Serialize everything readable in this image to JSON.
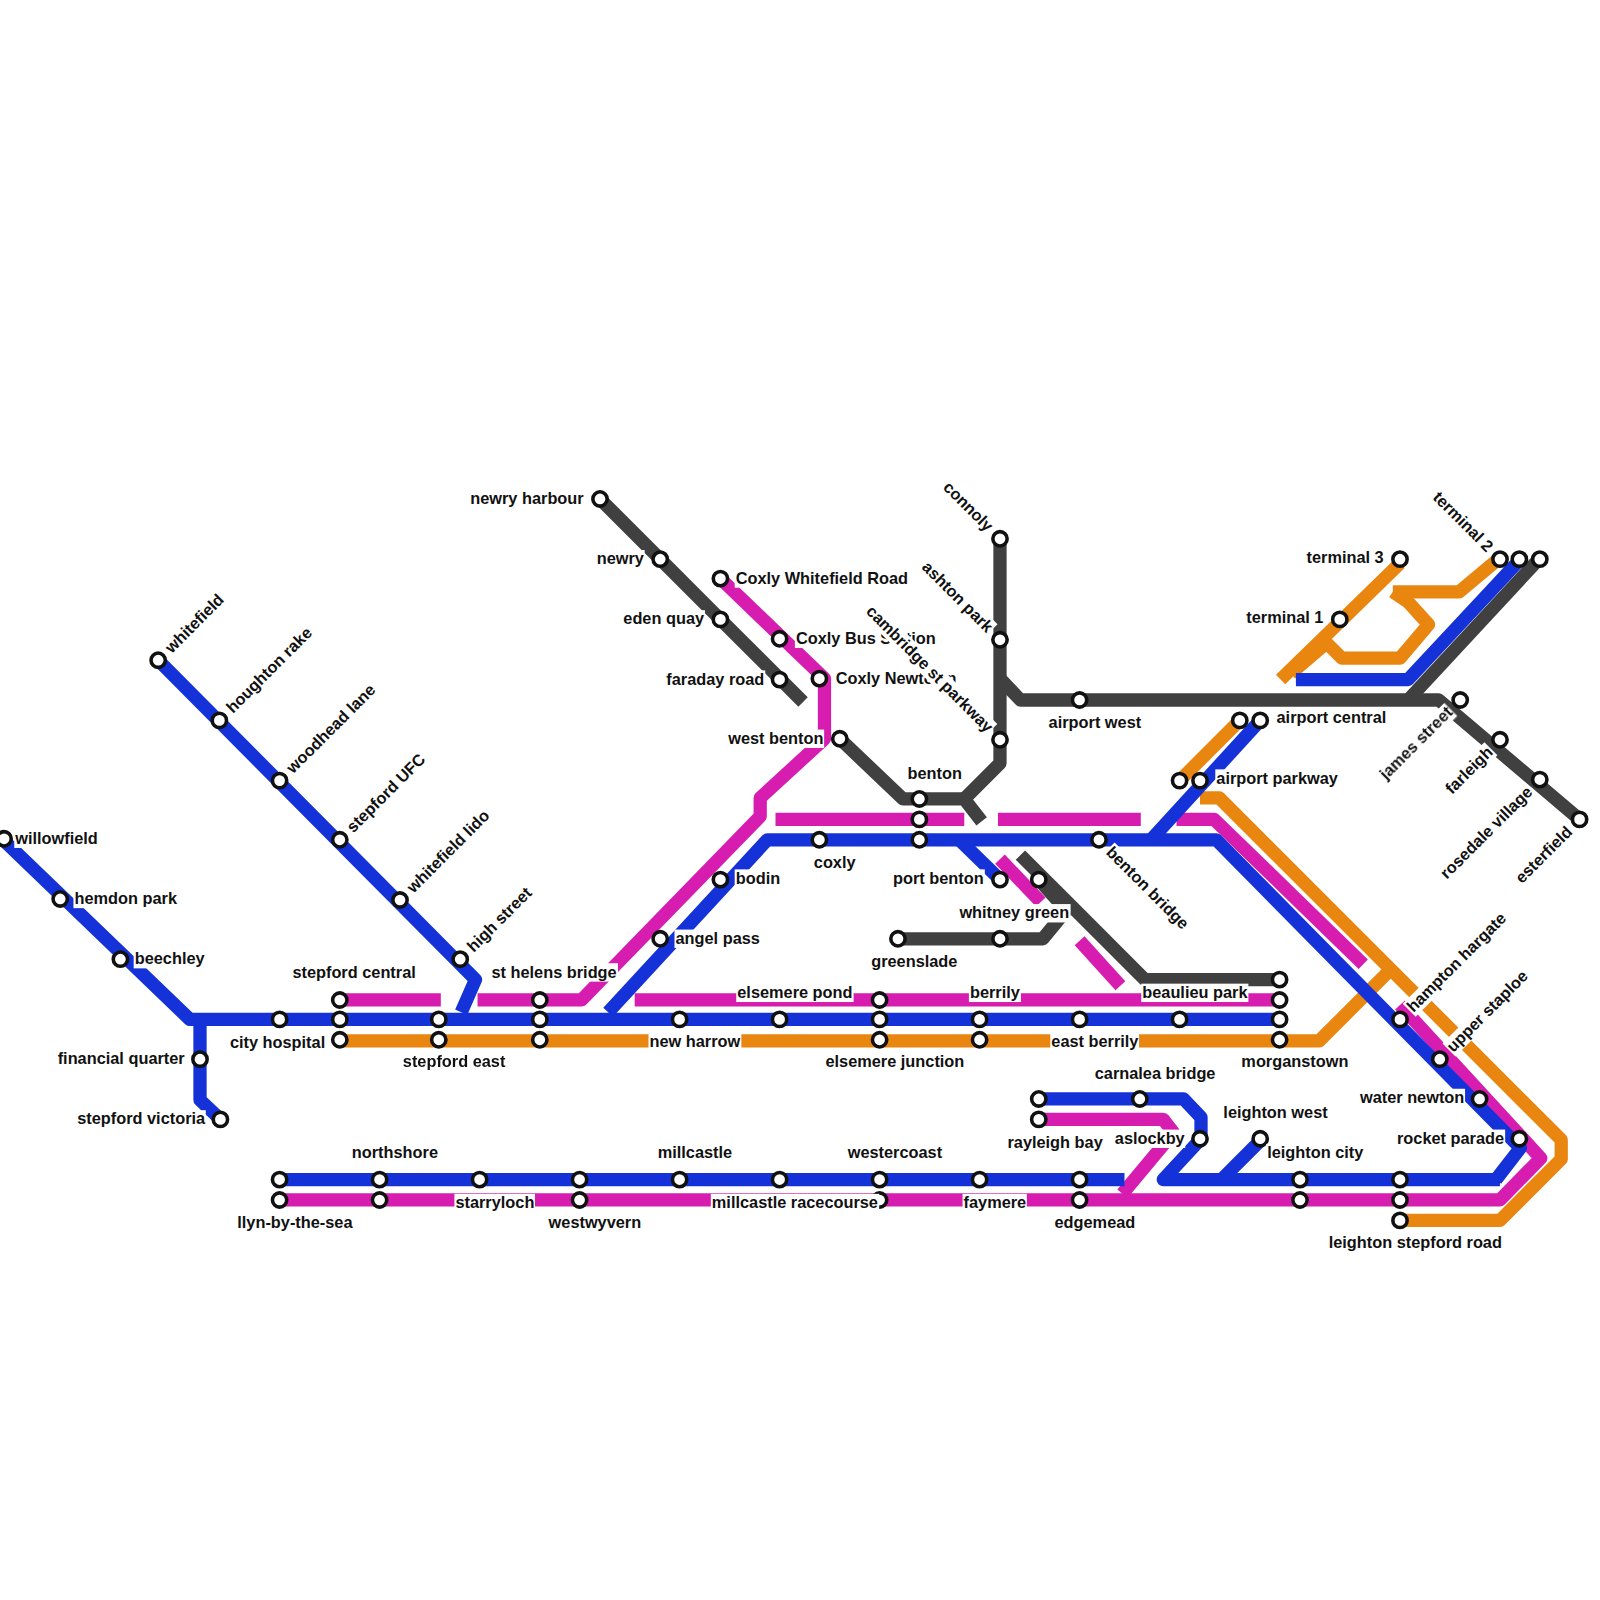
{
  "diagram": {
    "labels": [
      "newry harbour",
      "newry",
      "eden quay",
      "faraday road",
      "Coxly Whitefield Road",
      "Coxly Bus Station",
      "Coxly Newtown",
      "west benton",
      "connoly",
      "ashton park",
      "cambridge st parkway",
      "airport west",
      "terminal 3",
      "terminal 1",
      "terminal 2",
      "airport central",
      "airport parkway",
      "james street",
      "farleigh",
      "rosedale village",
      "esterfield",
      "whitefield",
      "houghton rake",
      "woodhead lane",
      "stepford UFC",
      "whitefield lido",
      "high street",
      "willowfield",
      "hemdon park",
      "beechley",
      "benton",
      "coxly",
      "bodin",
      "port benton",
      "benton bridge",
      "whitney green",
      "angel pass",
      "greenslade",
      "stepford central",
      "st helens bridge",
      "elsemere pond",
      "berrily",
      "beaulieu park",
      "hampton hargate",
      "financial quarter",
      "city hospital",
      "new harrow",
      "east berrily",
      "upper staploe",
      "stepford east",
      "elsemere junction",
      "morganstown",
      "carnalea bridge",
      "water newton",
      "leighton west",
      "stepford victoria",
      "rayleigh bay",
      "aslockby",
      "rocket parade",
      "northshore",
      "millcastle",
      "westercoast",
      "leighton city",
      "starryloch",
      "millcastle racecourse",
      "faymere",
      "llyn-by-the-sea",
      "westwyvern",
      "edgemead",
      "leighton stepford road"
    ]
  }
}
